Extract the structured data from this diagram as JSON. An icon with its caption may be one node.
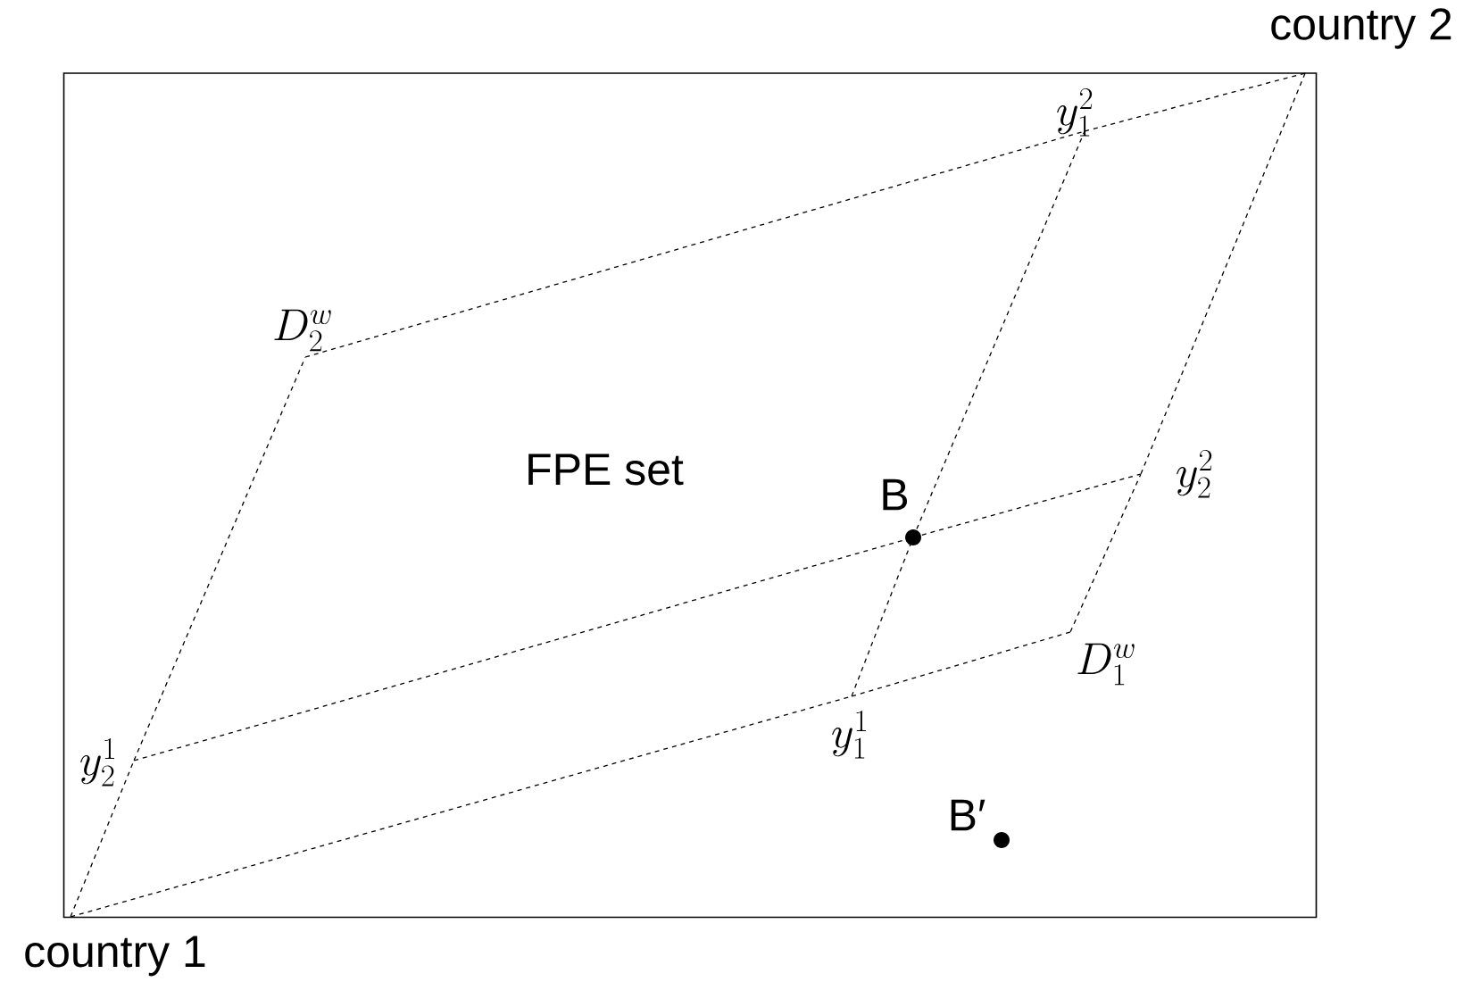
{
  "diagram": {
    "nodes": [
      {
        "text": [
          "country 2"
        ]
      },
      {
        "text": [
          "y_1^2"
        ]
      },
      {
        "text": [
          "D_2^w"
        ]
      },
      {
        "text": [
          "y_2^2"
        ]
      },
      {
        "text": [
          "B"
        ]
      },
      {
        "text": [
          "D_1^w"
        ]
      },
      {
        "text": [
          "y_1^1"
        ]
      },
      {
        "text": [
          "y_2^1"
        ]
      },
      {
        "text": [
          "B′"
        ]
      },
      {
        "text": [
          "country 1"
        ]
      }
    ],
    "edges": [
      {
        "from": 9,
        "to": 7,
        "arrow": "none",
        "style": "dashed"
      },
      {
        "from": 7,
        "to": 2,
        "arrow": "none",
        "style": "dashed"
      },
      {
        "from": 2,
        "to": 1,
        "arrow": "none",
        "style": "dashed"
      },
      {
        "from": 1,
        "to": 0,
        "arrow": "none",
        "style": "dashed"
      },
      {
        "from": 9,
        "to": 6,
        "arrow": "none",
        "style": "dashed"
      },
      {
        "from": 6,
        "to": 5,
        "arrow": "none",
        "style": "dashed"
      },
      {
        "from": 5,
        "to": 3,
        "arrow": "none",
        "style": "dashed"
      },
      {
        "from": 3,
        "to": 0,
        "arrow": "none",
        "style": "dashed"
      },
      {
        "from": 7,
        "to": 4,
        "arrow": "none",
        "style": "dashed"
      },
      {
        "from": 4,
        "to": 3,
        "arrow": "none",
        "style": "dashed"
      },
      {
        "from": 6,
        "to": 4,
        "arrow": "none",
        "style": "dashed"
      },
      {
        "from": 4,
        "to": 1,
        "arrow": "none",
        "style": "dashed"
      }
    ],
    "labels": [
      "FPE set"
    ]
  }
}
